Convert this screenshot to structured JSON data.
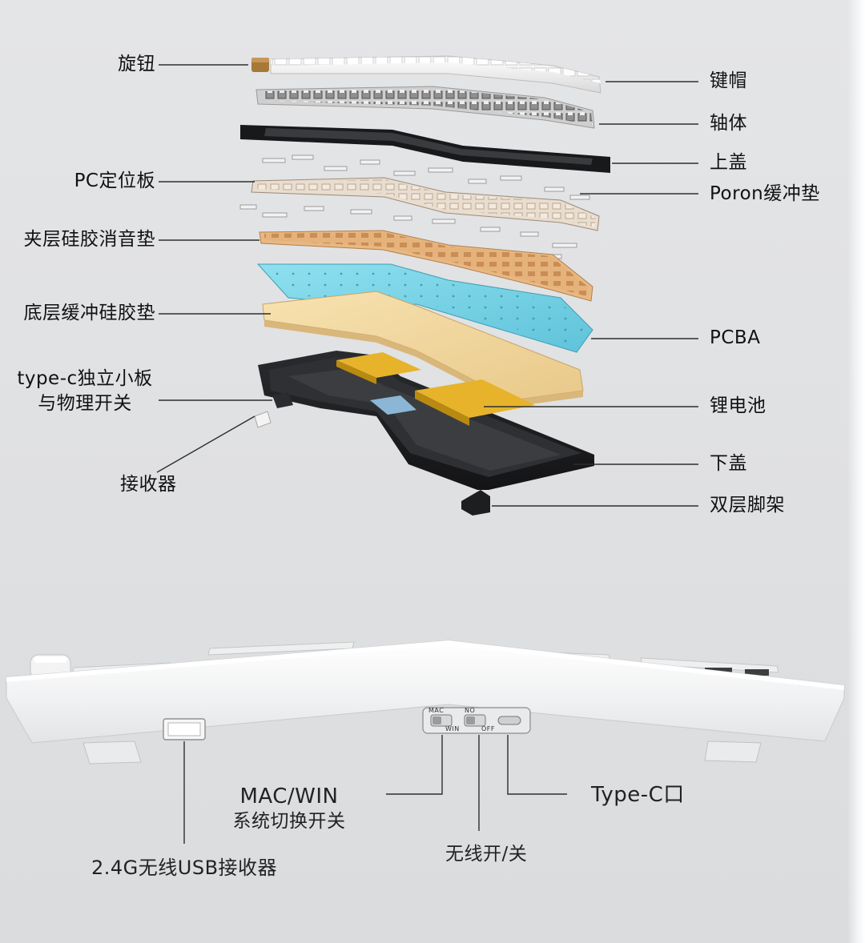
{
  "exploded_view": {
    "left_labels": {
      "knob": "旋钮",
      "pc_plate": "PC定位板",
      "sandwich_foam": "夹层硅胶消音垫",
      "bottom_foam": "底层缓冲硅胶垫",
      "typec_board_line1": "type-c独立小板",
      "typec_board_line2": "与物理开关",
      "receiver": "接收器"
    },
    "right_labels": {
      "keycaps": "键帽",
      "switches": "轴体",
      "top_case": "上盖",
      "poron_pad": "Poron缓冲垫",
      "pcba": "PCBA",
      "battery": "锂电池",
      "bottom_case": "下盖",
      "feet": "双层脚架"
    }
  },
  "side_view": {
    "switch_mac": "MAC",
    "switch_win": "WIN",
    "switch_no": "NO",
    "switch_off": "OFF",
    "mac_win_line1": "MAC/WIN",
    "mac_win_line2": "系统切换开关",
    "type_c_port": "Type-C口",
    "wireless_switch": "无线开/关",
    "usb_receiver": "2.4G无线USB接收器"
  },
  "colors": {
    "background": "#dfe0e2",
    "leader_line": "#333333",
    "pcb_blue": "#7fd3e6",
    "foam_tan": "#e7b987",
    "bottom_foam_yellow": "#f1d79e",
    "battery_gold": "#e0a91e",
    "case_black": "#1f2022",
    "keycap_white": "#f6f6f6"
  }
}
